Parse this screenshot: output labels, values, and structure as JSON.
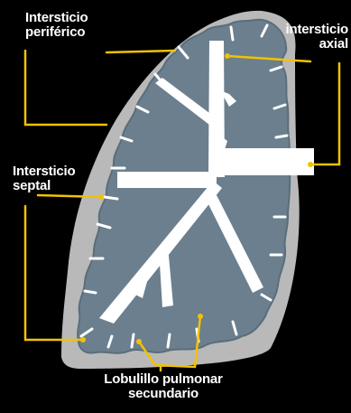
{
  "labels": {
    "intersticio_periferico": [
      "Intersticio",
      "periférico"
    ],
    "intersticio_axial": [
      "intersticio",
      "axial"
    ],
    "intersticio_septal": [
      "Intersticio",
      "septal"
    ],
    "lobulillo": [
      "Lobulillo pulmonar",
      "secundario"
    ]
  },
  "colors": {
    "background": "#000000",
    "pleura": "#b9b9b9",
    "lobule": "#6b7f8e",
    "lobule_edge": "#596c7a",
    "interstitium": "#ffffff",
    "leader": "#f2c200"
  }
}
